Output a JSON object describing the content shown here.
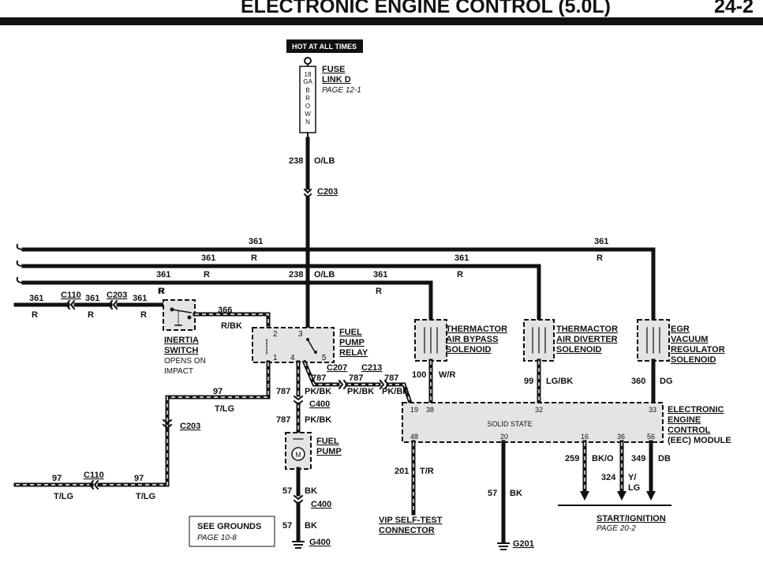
{
  "header": {
    "title": "ELECTRONIC ENGINE CONTROL (5.0L)",
    "page": "24-2"
  },
  "power": {
    "hot_label": "HOT AT ALL TIMES",
    "fuse_gauge": [
      "18",
      "GA"
    ],
    "fuse_color": [
      "B",
      "R",
      "O",
      "W",
      "N"
    ],
    "fuse_name": "FUSE",
    "fuse_name2": "LINK D",
    "fuse_ref": "PAGE 12-1"
  },
  "wires": {
    "w238_num": "238",
    "w238_color": "O/LB",
    "w238b_num": "238",
    "w238b_color": "O/LB",
    "c203_top": "C203",
    "w361": "361",
    "r": "R",
    "c110": "C110",
    "c203": "C203",
    "w366": "366",
    "w366_color": "R/BK",
    "w97": "97",
    "w97_color": "T/LG",
    "c203_mid": "C203",
    "c110_bot": "C110",
    "w787": "787",
    "w787_color": "PK/BK",
    "c207": "C207",
    "c213": "C213",
    "c400": "C400",
    "w57": "57",
    "w57_color": "BK",
    "w100": "100",
    "w100_color": "W/R",
    "w99": "99",
    "w99_color": "LG/BK",
    "w360": "360",
    "w360_color": "DG",
    "w201": "201",
    "w201_color": "T/R",
    "w259": "259",
    "w259_color": "BK/O",
    "w324": "324",
    "w324_color": [
      "Y/",
      "LG"
    ],
    "w349": "349",
    "w349_color": "DB"
  },
  "components": {
    "inertia": [
      "INERTIA",
      "SWITCH"
    ],
    "inertia_note": [
      "OPENS ON",
      "IMPACT"
    ],
    "relay": [
      "FUEL",
      "PUMP",
      "RELAY"
    ],
    "relay_pins": [
      "2",
      "3",
      "1",
      "4",
      "5"
    ],
    "pump": [
      "FUEL",
      "PUMP"
    ],
    "tab": [
      "THERMACTOR",
      "AIR BYPASS",
      "SOLENOID"
    ],
    "tad": [
      "THERMACTOR",
      "AIR DIVERTER",
      "SOLENOID"
    ],
    "egr": [
      "EGR",
      "VACUUM",
      "REGULATOR",
      "SOLENOID"
    ],
    "eec": [
      "ELECTRONIC",
      "ENGINE",
      "CONTROL",
      "(EEC) MODULE"
    ],
    "solid_state": "SOLID STATE",
    "pins": {
      "p19": "19",
      "p38": "38",
      "p32": "32",
      "p33": "33",
      "p48": "48",
      "p20": "20",
      "p16": "16",
      "p36": "36",
      "p56": "56"
    },
    "vip": [
      "VIP SELF-TEST",
      "CONNECTOR"
    ],
    "start": "START/IGNITION",
    "start_ref": "PAGE 20-2",
    "grounds": "SEE GROUNDS",
    "grounds_ref": "PAGE 10-8",
    "g400": "G400",
    "g201": "G201"
  }
}
